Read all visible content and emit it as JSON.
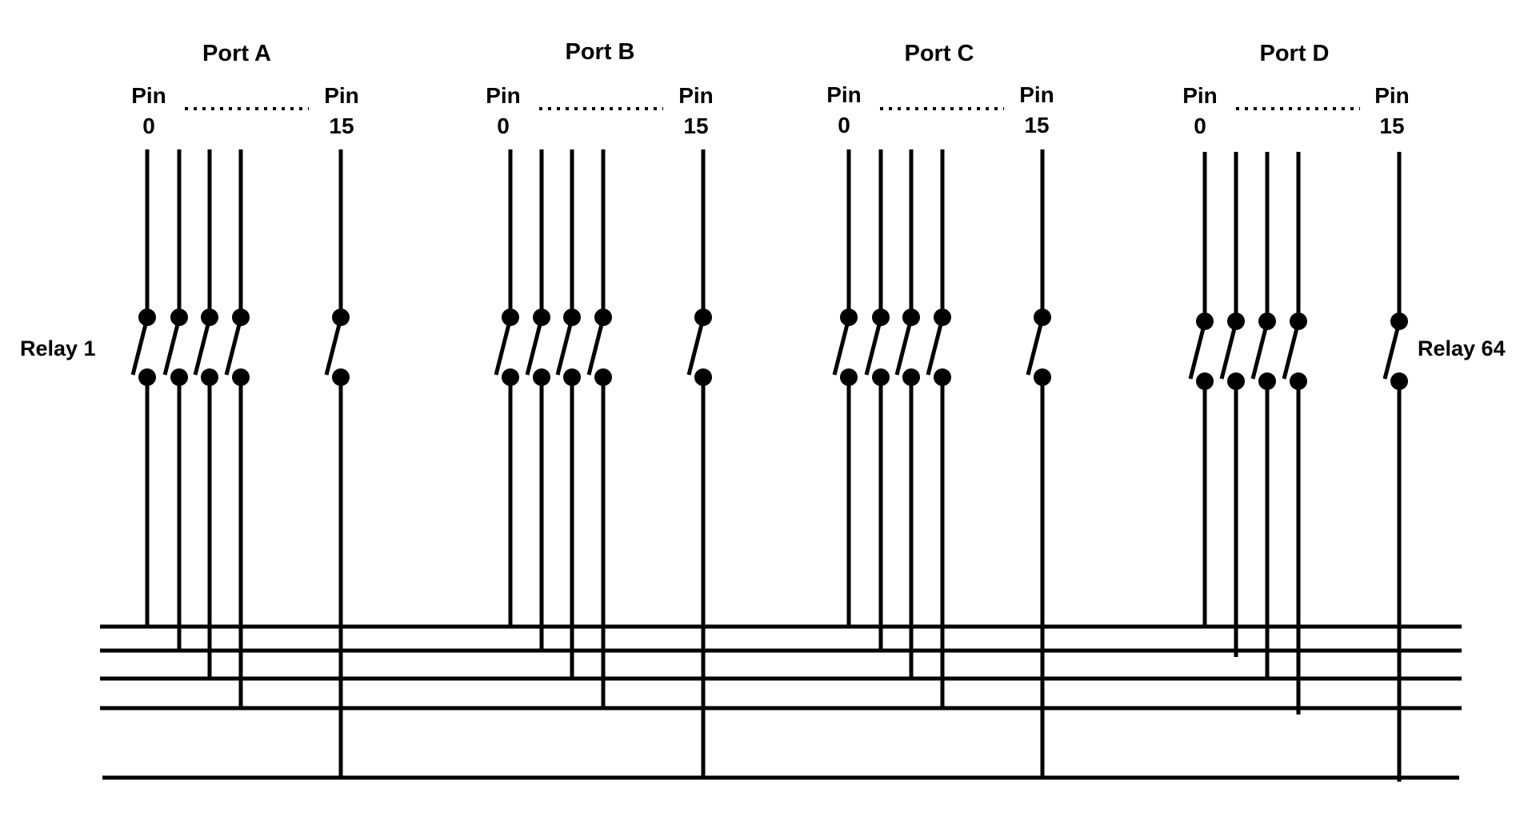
{
  "relay_first_label": "Relay 1",
  "relay_last_label": "Relay 64",
  "ports": [
    {
      "name": "Port A",
      "pin_word": "Pin",
      "first_pin": "0",
      "last_pin": "15"
    },
    {
      "name": "Port B",
      "pin_word": "Pin",
      "first_pin": "0",
      "last_pin": "15"
    },
    {
      "name": "Port C",
      "pin_word": "Pin",
      "first_pin": "0",
      "last_pin": "15"
    },
    {
      "name": "Port D",
      "pin_word": "Pin",
      "first_pin": "0",
      "last_pin": "15"
    }
  ]
}
